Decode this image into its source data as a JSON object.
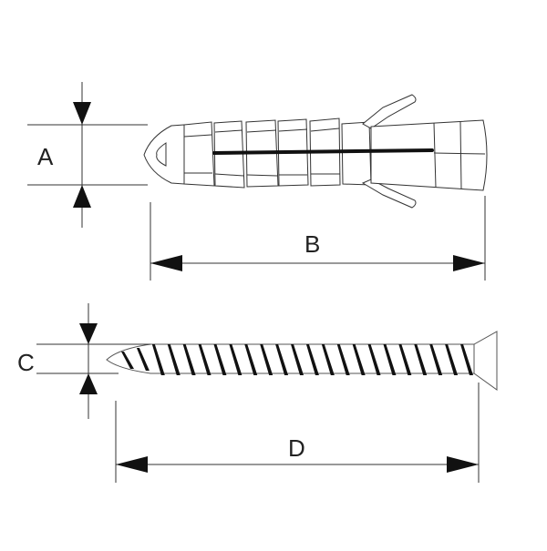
{
  "labels": {
    "plug_diameter": "A",
    "plug_length": "B",
    "screw_diameter": "C",
    "screw_length": "D"
  },
  "colors": {
    "line": "#333333",
    "fill": "#ffffff",
    "accent": "#111111"
  },
  "screw": {
    "thread_count": 23
  }
}
